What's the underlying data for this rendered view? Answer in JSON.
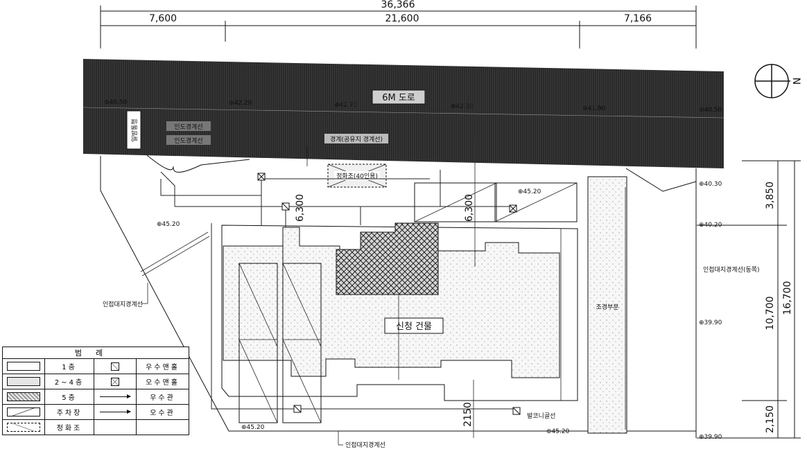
{
  "dimensions": {
    "total": "36,366",
    "left": "7,600",
    "middle": "21,600",
    "right": "7,166",
    "v_total": "16,700",
    "v_top": "3,850",
    "v_mid": "10,700",
    "v_bottom": "2,150",
    "setback_1": "6,300",
    "setback_2": "6,300",
    "setback_3": "2150"
  },
  "road": {
    "label": "6M 도로",
    "level_1": "40.50",
    "level_2": "42.20",
    "level_3": "42.70",
    "level_4": "42.30",
    "level_5": "41.90",
    "level_6": "40.50",
    "note_1": "일방통행",
    "note_2": "인도경계선",
    "note_3": "인도경계선",
    "boundary_note": "경계(공유지 경계선)"
  },
  "site": {
    "building_label": "신청 건물",
    "septic_label": "정화조(40인용)",
    "landscape_label": "조경부분",
    "balcony_label": "발코니골선",
    "level_a": "45.20",
    "level_b": "45.20",
    "level_c": "45.20",
    "level_d": "45.20",
    "level_e": "40.30",
    "level_f": "40.20",
    "level_g": "39.90",
    "level_h": "39.90",
    "boundary_west": "인접대지경계선",
    "boundary_east": "인접대지경계선(동쪽)",
    "boundary_south": "인접대지경계선"
  },
  "north_label": "N",
  "legend": {
    "title": "범례",
    "rows": [
      {
        "label": "1층",
        "symbol_label": "우수맨홀"
      },
      {
        "label": "2~4층",
        "symbol_label": "오수맨홀"
      },
      {
        "label": "5층",
        "symbol_label": "우수관"
      },
      {
        "label": "주차장",
        "symbol_label": "오수관"
      },
      {
        "label": "정화조",
        "symbol_label": ""
      }
    ]
  }
}
